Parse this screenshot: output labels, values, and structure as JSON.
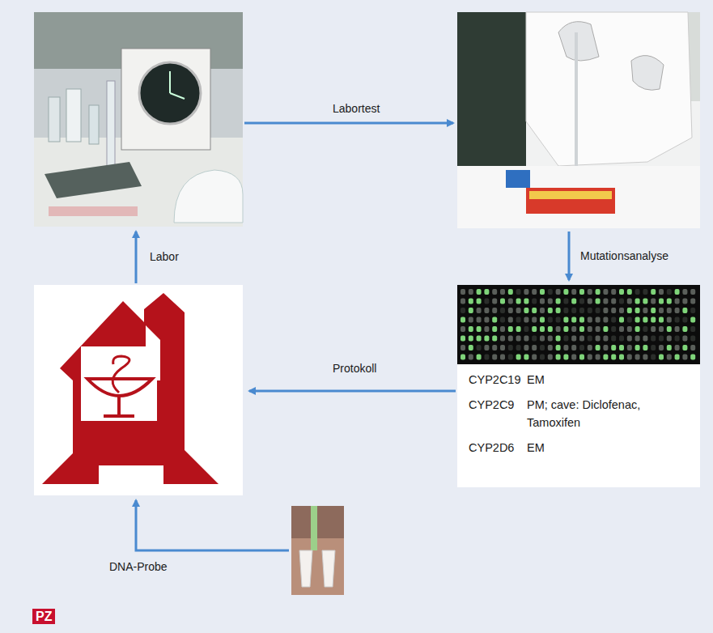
{
  "diagram": {
    "nodes": [
      {
        "text": [
          "CYP2C19",
          "EM",
          "CYP2C9",
          "PM; cave: Diclofenac, Tamoxifen",
          "CYP2D6",
          "EM"
        ]
      }
    ],
    "labels": [
      "Labortest",
      "Labor",
      "Mutationsanalyse",
      "Protokoll",
      "DNA-Probe",
      "PZ"
    ]
  }
}
